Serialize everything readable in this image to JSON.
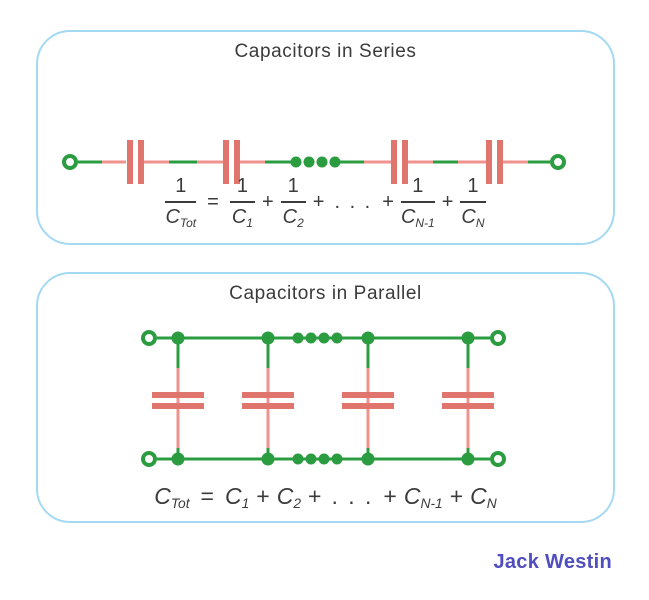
{
  "colors": {
    "panel_border": "#a3d9f3",
    "wire_green": "#2b9d40",
    "wire_pink": "#ef938c",
    "capacitor_red": "#e0756e",
    "text_dark": "#3b3b3b",
    "brand_blue": "#4f4dbf"
  },
  "series_panel": {
    "title": "Capacitors in Series",
    "diagram": {
      "capacitors_shown": 4,
      "ellipsis_dots": 4
    },
    "equation": {
      "equals": "=",
      "plus": "+",
      "ellipsis": ". . .",
      "lhs": {
        "num": "1",
        "den_base": "C",
        "den_sub": "Tot"
      },
      "terms": [
        {
          "num": "1",
          "den_base": "C",
          "den_sub": "1"
        },
        {
          "num": "1",
          "den_base": "C",
          "den_sub": "2"
        },
        {
          "num": "1",
          "den_base": "C",
          "den_sub": "N-1"
        },
        {
          "num": "1",
          "den_base": "C",
          "den_sub": "N"
        }
      ]
    }
  },
  "parallel_panel": {
    "title": "Capacitors in Parallel",
    "diagram": {
      "capacitors_shown": 4,
      "ellipsis_dots": 4
    },
    "equation": {
      "equals": "=",
      "plus": "+",
      "ellipsis": ". . .",
      "lhs": {
        "base": "C",
        "sub": "Tot"
      },
      "terms": [
        {
          "base": "C",
          "sub": "1"
        },
        {
          "base": "C",
          "sub": "2"
        },
        {
          "base": "C",
          "sub": "N-1"
        },
        {
          "base": "C",
          "sub": "N"
        }
      ]
    }
  },
  "branding": {
    "label": "Jack Westin"
  }
}
